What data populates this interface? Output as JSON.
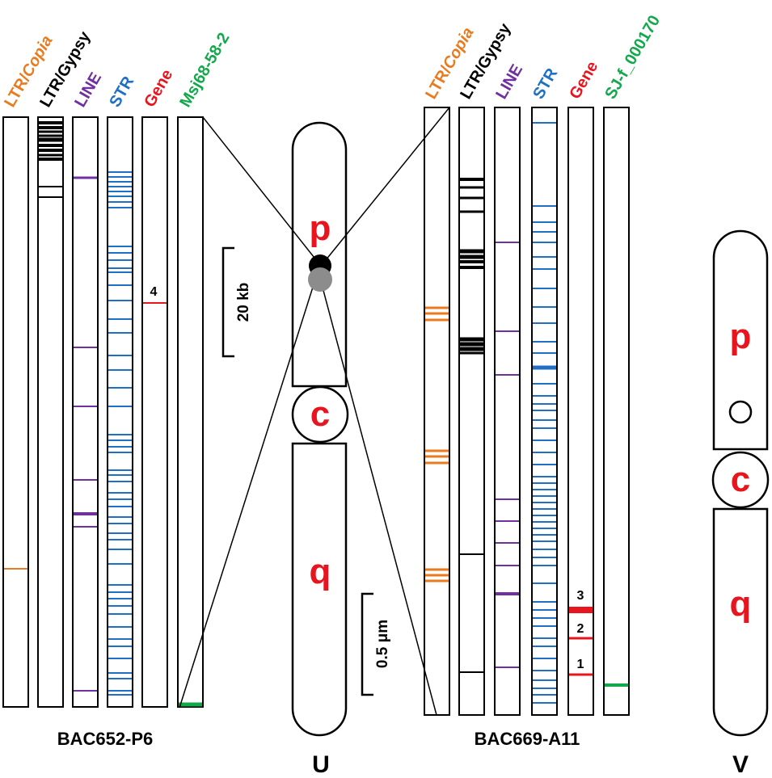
{
  "colors": {
    "arm_labels": "#e8141e"
  },
  "left_bac": {
    "name": "BAC652-P6",
    "tracks": [
      {
        "label": "LTR/",
        "label_italic": "Copia",
        "color": "#ea7a1e"
      },
      {
        "label": "LTR/Gypsy",
        "label_italic": "",
        "color": "#000000"
      },
      {
        "label": "LINE",
        "label_italic": "",
        "color": "#7030a0"
      },
      {
        "label": "STR",
        "label_italic": "",
        "color": "#1f6fc5"
      },
      {
        "label": "Gene",
        "label_italic": "",
        "color": "#e8141e"
      },
      {
        "label": "Msj68-58-2",
        "label_italic": "",
        "color": "#12a84b"
      }
    ],
    "gene_numbers": [
      "4"
    ]
  },
  "right_bac": {
    "name": "BAC669-A11",
    "tracks": [
      {
        "label": "LTR/",
        "label_italic": "Copia",
        "color": "#ea7a1e"
      },
      {
        "label": "LTR/Gypsy",
        "label_italic": "",
        "color": "#000000"
      },
      {
        "label": "LINE",
        "label_italic": "",
        "color": "#7030a0"
      },
      {
        "label": "STR",
        "label_italic": "",
        "color": "#1f6fc5"
      },
      {
        "label": "Gene",
        "label_italic": "",
        "color": "#e8141e"
      },
      {
        "label": "SJ-f_000170",
        "label_italic": "",
        "color": "#12a84b"
      }
    ],
    "gene_numbers": [
      "3",
      "2",
      "1"
    ]
  },
  "chromosome_u": {
    "label": "U",
    "p": "p",
    "c": "c",
    "q": "q"
  },
  "chromosome_v": {
    "label": "V",
    "p": "p",
    "c": "c",
    "q": "q"
  },
  "scale_bars": {
    "kb": "20 kb",
    "um": "0.5 μm"
  }
}
